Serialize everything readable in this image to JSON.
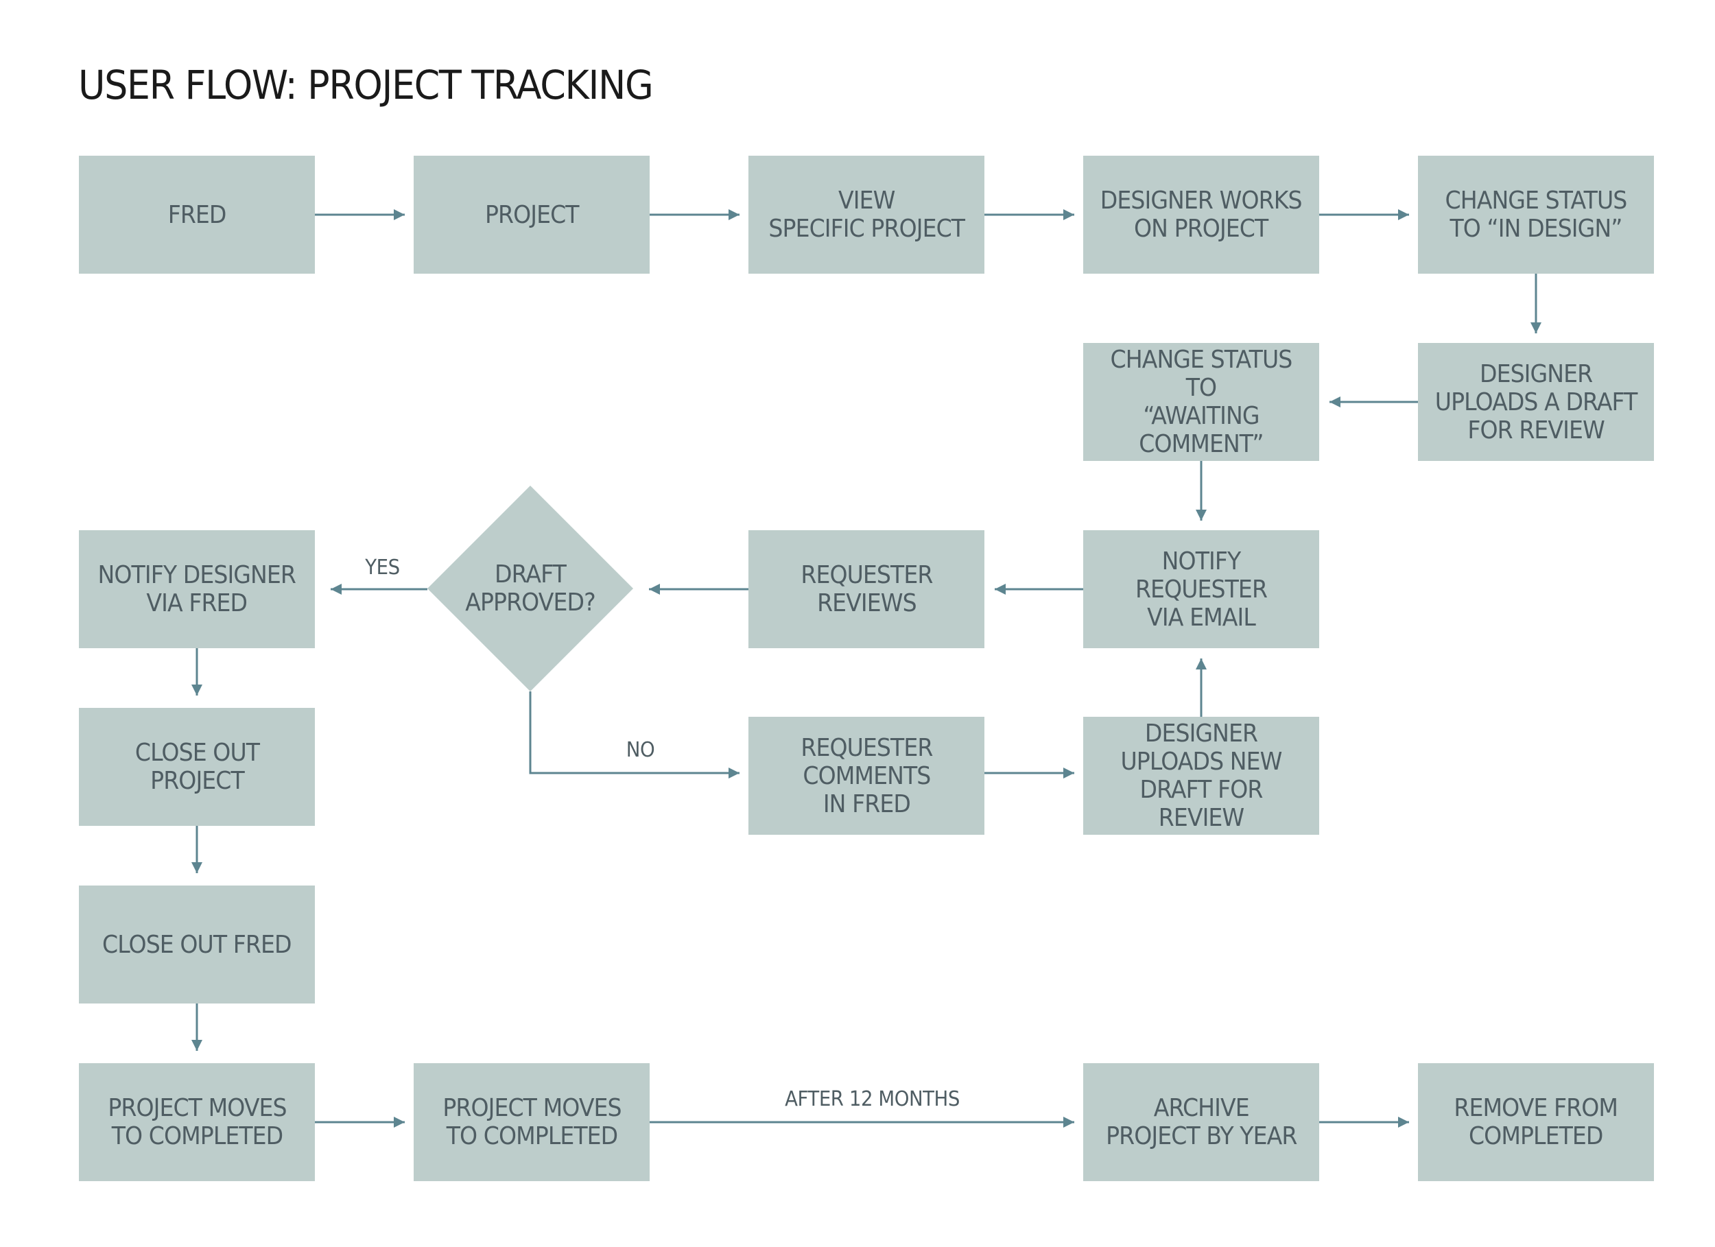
{
  "title": "USER FLOW: PROJECT TRACKING",
  "colors": {
    "node_fill": "#bdcdcb",
    "node_text": "#4f5d63",
    "arrow": "#5d8590",
    "title_text": "#1a1a1a"
  },
  "nodes": {
    "fred": "FRED",
    "project": "PROJECT",
    "view_specific_project": "VIEW\nSPECIFIC PROJECT",
    "designer_works": "DESIGNER WORKS\nON PROJECT",
    "status_in_design": "CHANGE STATUS\nTO “IN DESIGN”",
    "designer_uploads_draft": "DESIGNER\nUPLOADS A DRAFT\nFOR REVIEW",
    "status_awaiting_comment": "CHANGE STATUS\nTO\n“AWAITING\nCOMMENT”",
    "notify_requester": "NOTIFY REQUESTER\nVIA EMAIL",
    "requester_reviews": "REQUESTER\nREVIEWS",
    "draft_approved": "DRAFT\nAPPROVED?",
    "notify_designer": "NOTIFY DESIGNER\nVIA FRED",
    "requester_comments": "REQUESTER\nCOMMENTS\nIN FRED",
    "designer_uploads_new": "DESIGNER\nUPLOADS NEW\nDRAFT FOR REVIEW",
    "close_out_project": "CLOSE OUT\nPROJECT",
    "close_out_fred": "CLOSE OUT FRED",
    "moves_completed_1": "PROJECT MOVES\nTO COMPLETED",
    "moves_completed_2": "PROJECT MOVES\nTO COMPLETED",
    "archive_by_year": "ARCHIVE\nPROJECT BY YEAR",
    "remove_from_completed": "REMOVE FROM\nCOMPLETED"
  },
  "edge_labels": {
    "yes": "YES",
    "no": "NO",
    "after_12_months": "AFTER 12 MONTHS"
  }
}
